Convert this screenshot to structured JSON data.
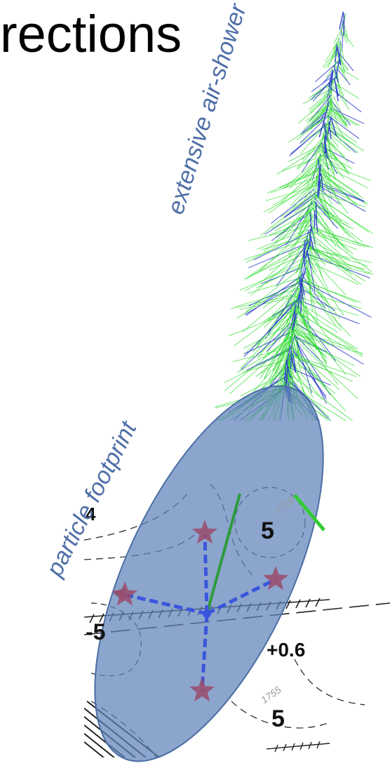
{
  "slide": {
    "title": "rections",
    "label_shower": "extensive air-shower",
    "label_footprint": "particle footprint"
  },
  "map": {
    "height_labels": [
      "4",
      "5",
      "-5",
      "+0.6",
      "5"
    ],
    "contour_labels": [
      "1710",
      "1755"
    ]
  },
  "colors": {
    "shower_green": "#33dd33",
    "shower_blue": "#3344cc",
    "footprint_fill": "#5f82b8",
    "station_star": "#9a4a6a",
    "connector_blue": "#3a55dd",
    "axis_green": "#2e9a3e",
    "label_blue": "#4f6fa8"
  }
}
